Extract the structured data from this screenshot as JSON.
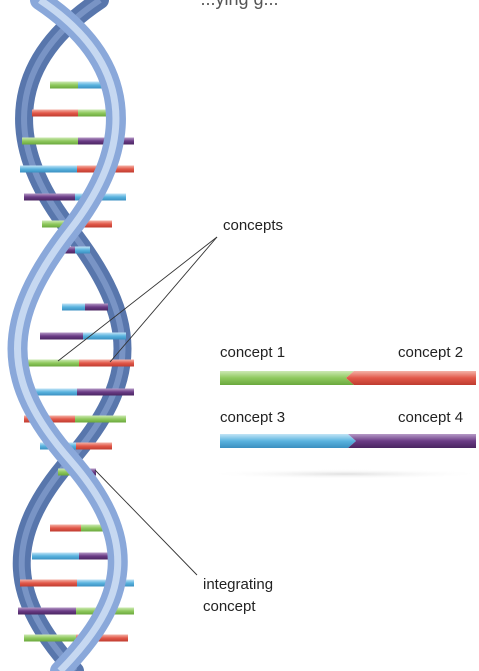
{
  "diagram": {
    "title_partial": "...ying g...",
    "callouts": {
      "concepts": "concepts",
      "integrating_line1": "integrating",
      "integrating_line2": "concept"
    },
    "legend": {
      "pair1": {
        "left_label": "concept 1",
        "right_label": "concept 2",
        "left_color": "#8fc95e",
        "right_color": "#e2594a"
      },
      "pair2": {
        "left_label": "concept 3",
        "right_label": "concept 4",
        "left_color": "#5ab3df",
        "right_color": "#6b3c86"
      }
    },
    "colors": {
      "strand": "#7f9fd0",
      "strand_dark": "#4a6aa5",
      "line": "#333333"
    }
  }
}
